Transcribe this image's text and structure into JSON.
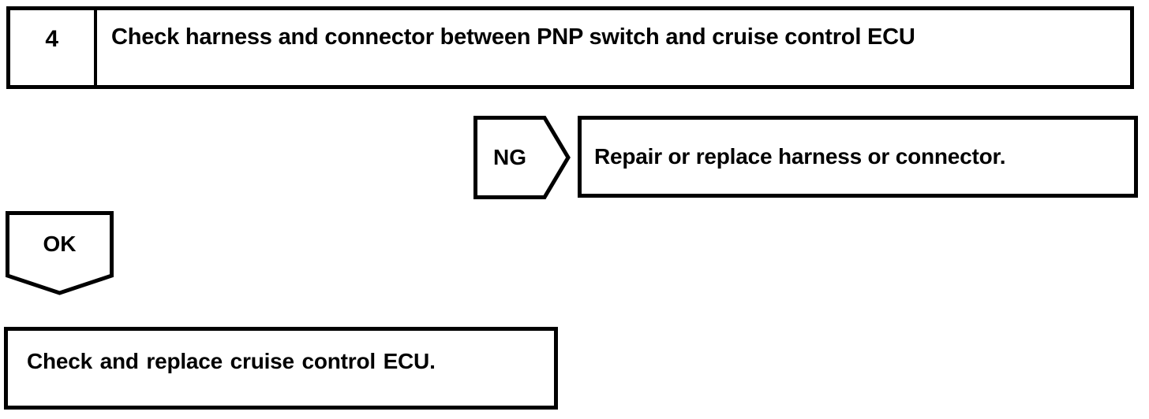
{
  "flowchart": {
    "step": {
      "number": "4",
      "instruction": "Check harness and connector between PNP switch and cruise control ECU"
    },
    "ng_branch": {
      "label": "NG",
      "action": "Repair or replace harness or connector."
    },
    "ok_branch": {
      "label": "OK",
      "action": "Check and replace cruise control ECU."
    }
  },
  "colors": {
    "line": "#000000",
    "background": "#ffffff"
  }
}
